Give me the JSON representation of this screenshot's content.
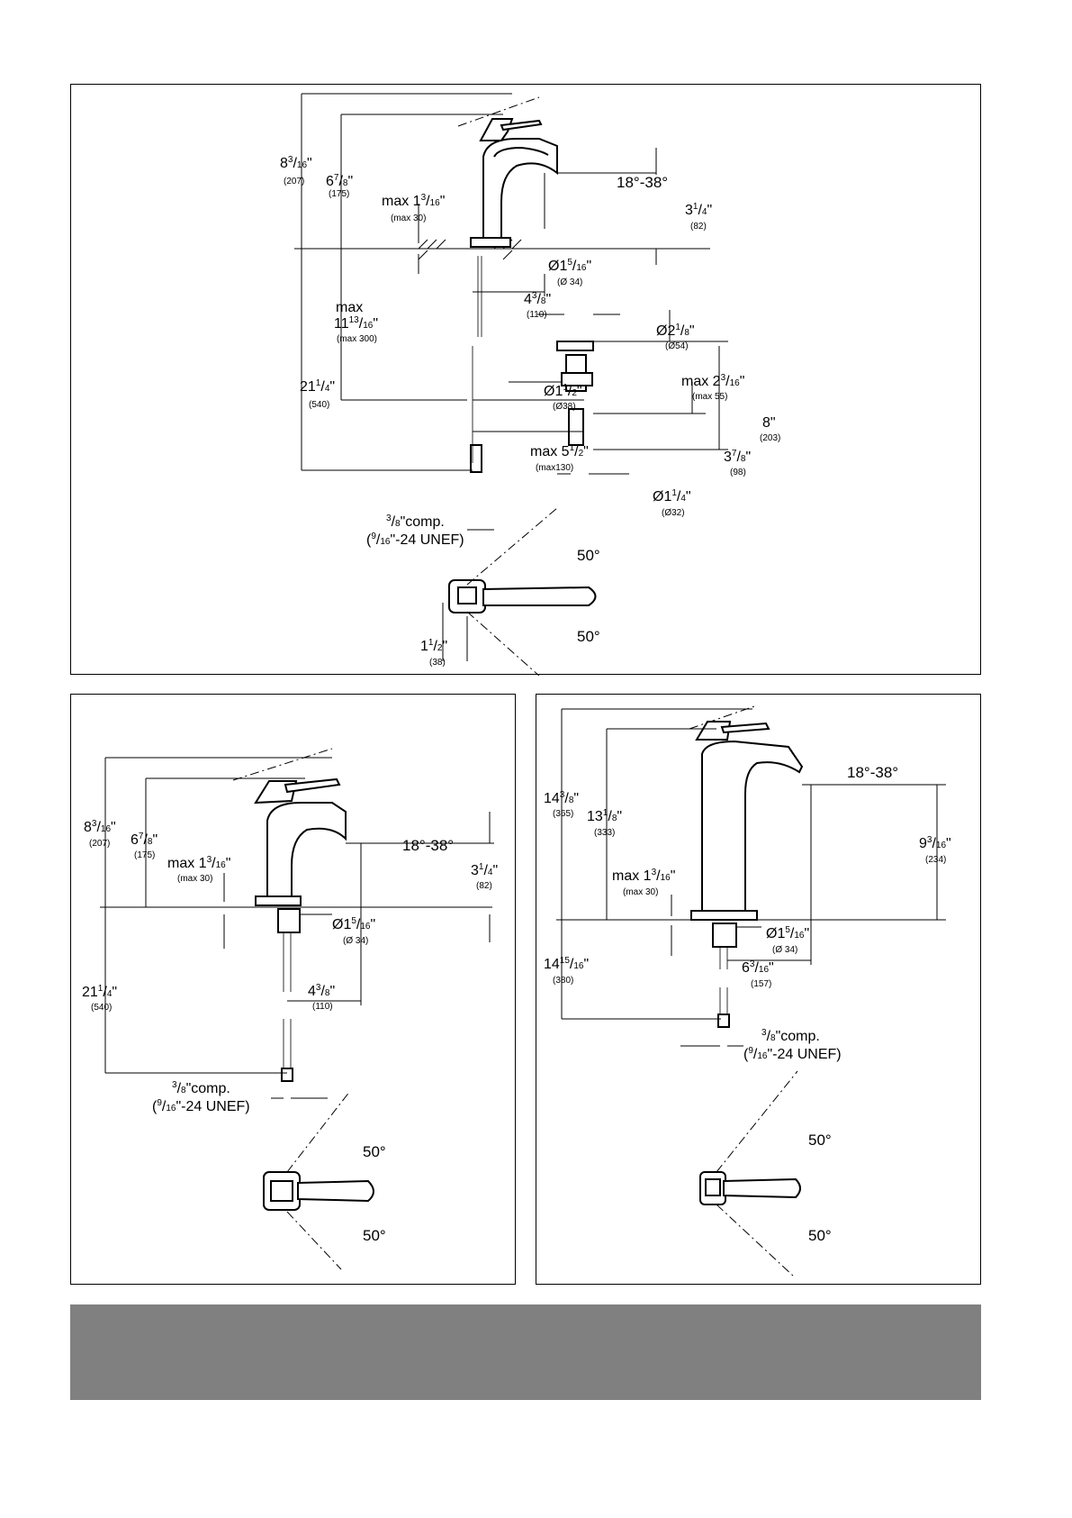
{
  "top_panel": {
    "height_total": {
      "whole": "8",
      "num": "3",
      "den": "16",
      "mm": "(207)"
    },
    "height_spout": {
      "whole": "6",
      "num": "7",
      "den": "8",
      "mm": "(175)"
    },
    "max_deck": {
      "prefix": "max 1",
      "num": "3",
      "den": "16",
      "mm": "(max 30)"
    },
    "spout_angle": "18°-38°",
    "spout_clearance": {
      "whole": "3",
      "num": "1",
      "den": "4",
      "mm": "(82)"
    },
    "hole_dia": {
      "prefix": "Ø1",
      "num": "5",
      "den": "16",
      "mm": "(Ø 34)"
    },
    "reach": {
      "whole": "4",
      "num": "3",
      "den": "8",
      "mm": "(110)"
    },
    "max_rod": {
      "label": "max",
      "whole": "11",
      "num": "13",
      "den": "16",
      "mm": "(max 300)"
    },
    "below_total": {
      "whole": "21",
      "num": "1",
      "den": "4",
      "mm": "(540)"
    },
    "drain_top_dia": {
      "prefix": "Ø2",
      "num": "1",
      "den": "8",
      "mm": "(Ø54)"
    },
    "drain_max": {
      "prefix": "max 2",
      "num": "3",
      "den": "16",
      "mm": "(max 55)"
    },
    "drain_body_dia": {
      "prefix": "Ø1",
      "num": "1",
      "den": "2",
      "mm": "(Ø38)"
    },
    "drain_len": {
      "whole": "8",
      "mm": "(203)"
    },
    "drain_offset": {
      "whole": "3",
      "num": "7",
      "den": "8",
      "mm": "(98)"
    },
    "rod_max": {
      "prefix": "max 5",
      "num": "1",
      "den": "2",
      "mm": "(max130)"
    },
    "tail_dia": {
      "prefix": "Ø1",
      "num": "1",
      "den": "4",
      "mm": "(Ø32)"
    },
    "connection": {
      "num": "3",
      "den": "8",
      "suffix": "comp.",
      "thread_num": "9",
      "thread_den": "16",
      "thread_suffix": "-24 UNEF)"
    },
    "rotation_up": "50°",
    "rotation_down": "50°",
    "handle_offset": {
      "whole": "1",
      "num": "1",
      "den": "2",
      "mm": "(38)"
    }
  },
  "left_panel": {
    "height_total": {
      "whole": "8",
      "num": "3",
      "den": "16",
      "mm": "(207)"
    },
    "height_spout": {
      "whole": "6",
      "num": "7",
      "den": "8",
      "mm": "(175)"
    },
    "max_deck": {
      "prefix": "max 1",
      "num": "3",
      "den": "16",
      "mm": "(max 30)"
    },
    "spout_angle": "18°-38°",
    "spout_clearance": {
      "whole": "3",
      "num": "1",
      "den": "4",
      "mm": "(82)"
    },
    "hole_dia": {
      "prefix": "Ø1",
      "num": "5",
      "den": "16",
      "mm": "(Ø 34)"
    },
    "reach": {
      "whole": "4",
      "num": "3",
      "den": "8",
      "mm": "(110)"
    },
    "below_total": {
      "whole": "21",
      "num": "1",
      "den": "4",
      "mm": "(540)"
    },
    "connection": {
      "num": "3",
      "den": "8",
      "suffix": "comp.",
      "thread_num": "9",
      "thread_den": "16",
      "thread_suffix": "-24 UNEF)"
    },
    "rotation_up": "50°",
    "rotation_down": "50°"
  },
  "right_panel": {
    "height_total": {
      "whole": "14",
      "num": "3",
      "den": "8",
      "mm": "(365)"
    },
    "height_spout": {
      "whole": "13",
      "num": "1",
      "den": "8",
      "mm": "(333)"
    },
    "max_deck": {
      "prefix": "max 1",
      "num": "3",
      "den": "16",
      "mm": "(max 30)"
    },
    "spout_angle": "18°-38°",
    "spout_clearance": {
      "whole": "9",
      "num": "3",
      "den": "16",
      "mm": "(234)"
    },
    "hole_dia": {
      "prefix": "Ø1",
      "num": "5",
      "den": "16",
      "mm": "(Ø 34)"
    },
    "reach": {
      "whole": "6",
      "num": "3",
      "den": "16",
      "mm": "(157)"
    },
    "below_total": {
      "whole": "14",
      "num": "15",
      "den": "16",
      "mm": "(380)"
    },
    "connection": {
      "num": "3",
      "den": "8",
      "suffix": "comp.",
      "thread_num": "9",
      "thread_den": "16",
      "thread_suffix": "-24 UNEF)"
    },
    "rotation_up": "50°",
    "rotation_down": "50°"
  }
}
